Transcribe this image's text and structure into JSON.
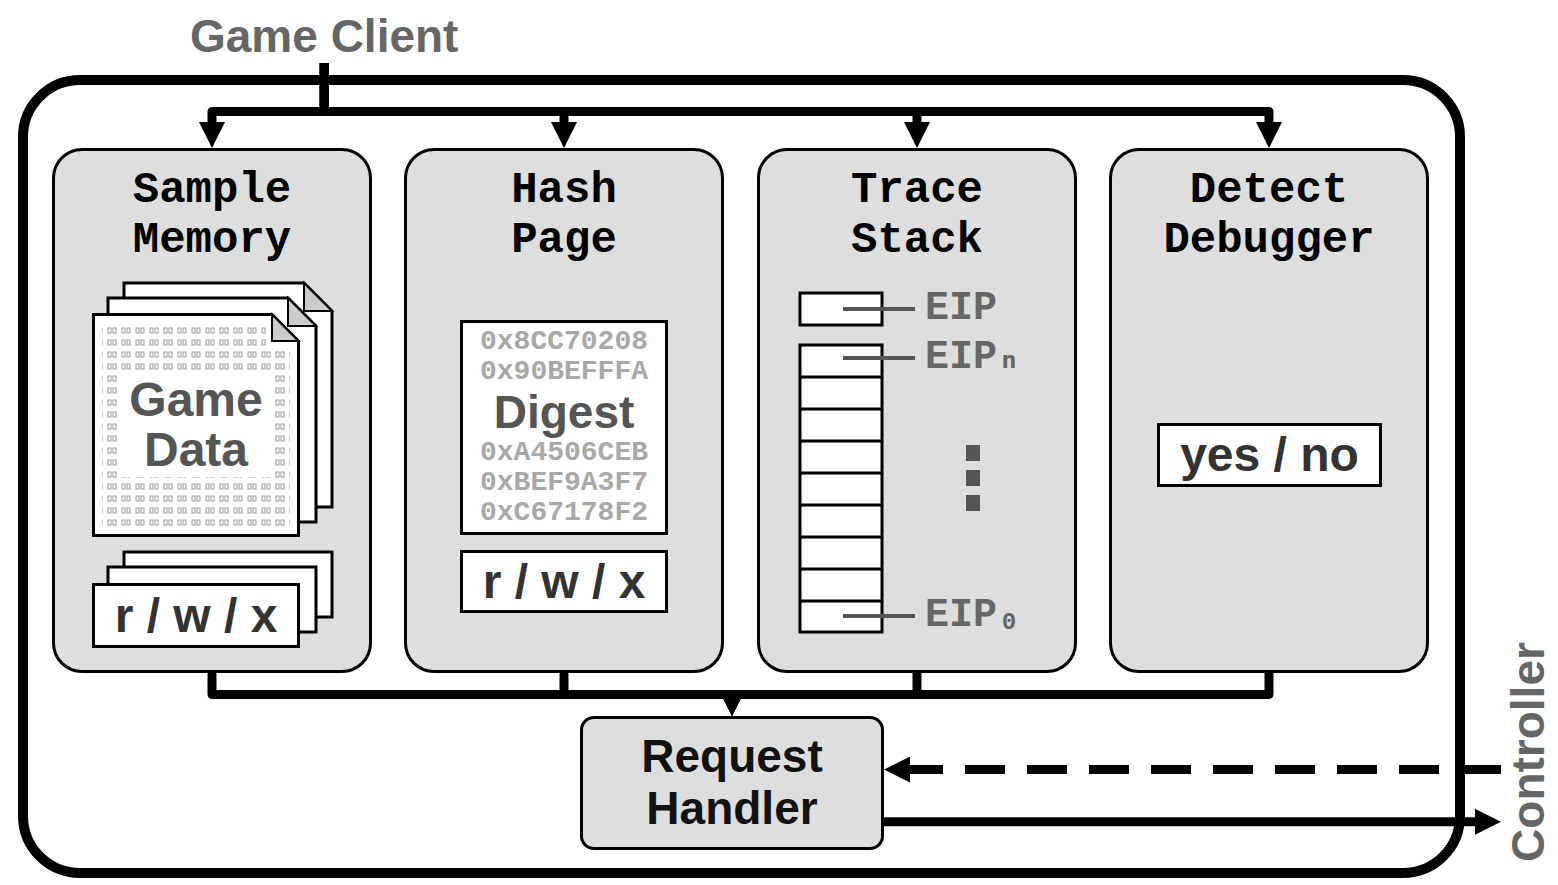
{
  "diagram": {
    "nodes": [
      {
        "text": [
          "Game Client"
        ]
      },
      {
        "text": [
          "Sample Memory"
        ],
        "in": 0
      },
      {
        "text": [
          "Game Data"
        ],
        "in": 1
      },
      {
        "text": [
          "r / w / x"
        ],
        "in": 1
      },
      {
        "text": [
          "Hash Page"
        ],
        "in": 0
      },
      {
        "text": [
          "0x8CC70208 0x90BEFFFA",
          "Digest",
          "0xA4506CEB 0xBEF9A3F7 0xC67178F2"
        ],
        "in": 4
      },
      {
        "text": [
          "r / w / x"
        ],
        "in": 4
      },
      {
        "text": [
          "Trace Stack"
        ],
        "in": 0
      },
      {
        "text": [
          "Detect Debugger"
        ],
        "in": 0
      },
      {
        "text": [
          "yes / no"
        ],
        "in": 8
      },
      {
        "text": [
          "Request Handler"
        ],
        "in": 0
      },
      {
        "text": [
          "Controller"
        ]
      }
    ],
    "edges": [
      {
        "from": 0,
        "to": 1,
        "arrow": "to"
      },
      {
        "from": 0,
        "to": 4,
        "arrow": "to"
      },
      {
        "from": 0,
        "to": 7,
        "arrow": "to"
      },
      {
        "from": 0,
        "to": 8,
        "arrow": "to"
      },
      {
        "from": 1,
        "to": 10,
        "arrow": "to"
      },
      {
        "from": 4,
        "to": 10,
        "arrow": "to"
      },
      {
        "from": 7,
        "to": 10,
        "arrow": "to"
      },
      {
        "from": 8,
        "to": 10,
        "arrow": "to"
      },
      {
        "from": 10,
        "to": 11,
        "arrow": "to"
      },
      {
        "from": 11,
        "to": 10,
        "arrow": "to"
      }
    ],
    "labels": [
      "EIP",
      "EIPₙ",
      "EIP₀"
    ]
  }
}
